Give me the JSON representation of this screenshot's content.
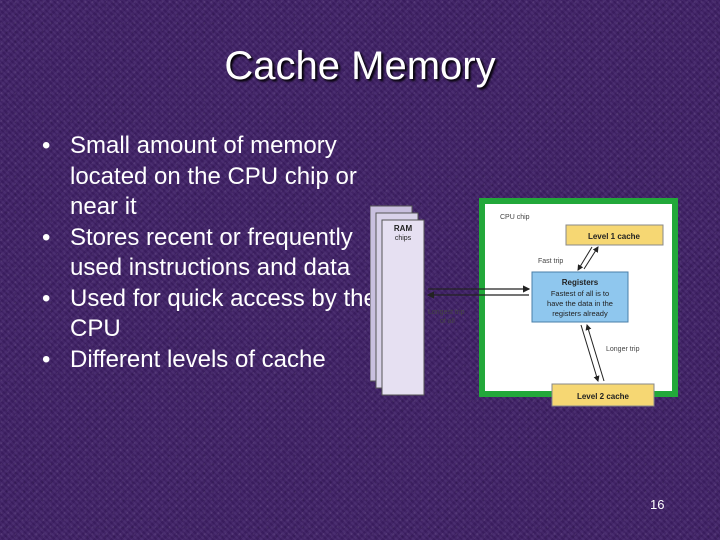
{
  "slide": {
    "title": "Cache Memory",
    "bullets": [
      "Small amount of memory located on the CPU chip or near it",
      "Stores recent or frequently used instructions and data",
      "Used for quick access by the CPU",
      "Different levels of cache"
    ],
    "page_number": "16"
  },
  "figure": {
    "ram_label_1": "RAM",
    "ram_label_2": "chips",
    "cpu_chip_label": "CPU chip",
    "level1_label": "Level 1 cache",
    "fast_label": "Fast trip",
    "registers_title": "Registers",
    "registers_line1": "Fastest of all is to",
    "registers_line2": "have the data in the",
    "registers_line3": "registers already",
    "longest_line1": "Longest trip",
    "longest_line2": "of all",
    "longer_label": "Longer trip",
    "level2_label": "Level 2 cache",
    "colors": {
      "chip_border": "#22a83a",
      "chip_fill": "#ffffff",
      "cache_fill": "#f6d773",
      "registers_fill": "#8fc7ee",
      "ram_fill": "#d9d2ea"
    }
  }
}
